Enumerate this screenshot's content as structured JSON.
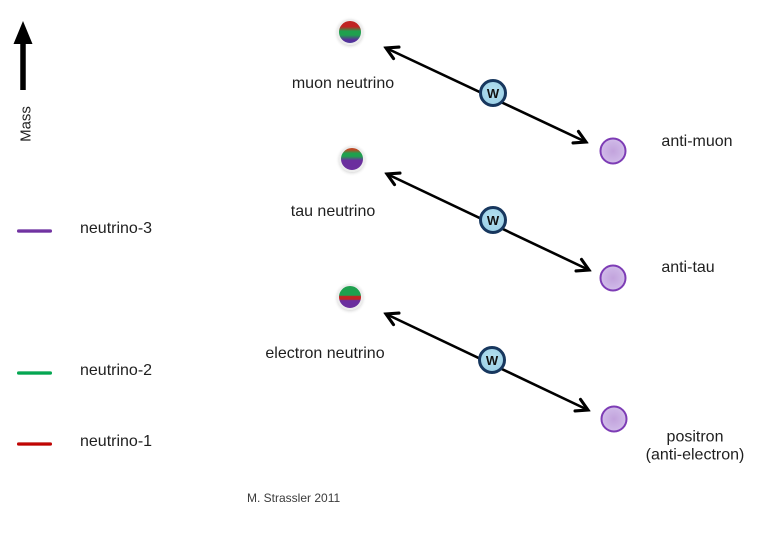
{
  "axis": {
    "label": "Mass"
  },
  "legend": {
    "items": [
      {
        "label": "neutrino-3",
        "color": "#7030A0"
      },
      {
        "label": "neutrino-2",
        "color": "#00A550"
      },
      {
        "label": "neutrino-1",
        "color": "#C00000"
      }
    ]
  },
  "rows": [
    {
      "neutrino_label": "muon neutrino",
      "boson_label": "W",
      "anti_label": "anti-muon"
    },
    {
      "neutrino_label": "tau neutrino",
      "boson_label": "W",
      "anti_label": "anti-tau"
    },
    {
      "neutrino_label": "electron neutrino",
      "boson_label": "W",
      "anti_label": "positron",
      "anti_label_line2": "(anti-electron)"
    }
  ],
  "credit": "M. Strassler 2011",
  "colors": {
    "neutrino_red": "#C02423",
    "neutrino_green": "#1FA04E",
    "neutrino_purple": "#6B2F9E",
    "w_fill": "#A5D5E8",
    "w_border": "#17375E",
    "anti_fill": "#CCB4E5",
    "anti_border": "#7D3CB5",
    "arrow": "#000000"
  }
}
